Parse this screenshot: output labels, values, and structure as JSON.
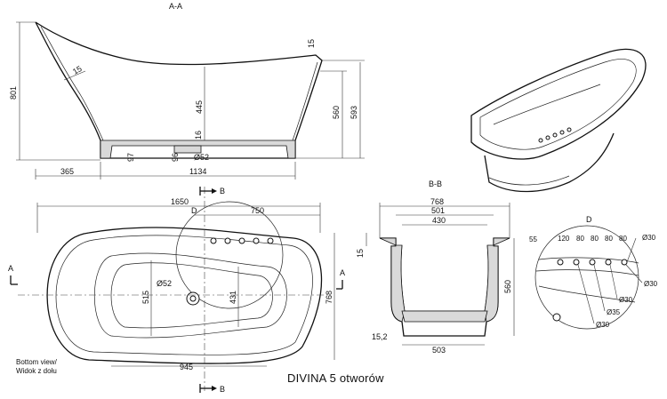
{
  "title": "DIVINA 5 otworów",
  "section_aa": {
    "label": "A-A",
    "dims": {
      "height_total": "801",
      "wall": "15",
      "top_thickness": "15",
      "depth_inner": "445",
      "height_560": "560",
      "height_593": "593",
      "base_97": "97",
      "drain_96": "96",
      "drain_16": "16",
      "drain_dia": "Ø52",
      "left_365": "365",
      "length_1134": "1134"
    }
  },
  "plan_view": {
    "section_b_marker": "B",
    "section_a_marker": "A",
    "detail_marker": "D",
    "dims": {
      "length_total": "1650",
      "offset_750": "750",
      "width_768": "768",
      "inner_515": "515",
      "inner_431": "431",
      "drain_dia": "Ø52",
      "bottom_945": "945"
    },
    "note_line1": "Bottom view/",
    "note_line2": "Widok z dołu"
  },
  "section_bb": {
    "label": "B-B",
    "dims": {
      "width_768": "768",
      "width_501": "501",
      "width_430": "430",
      "height_15": "15",
      "height_560": "560",
      "base_15_2": "15,2",
      "base_503": "503"
    }
  },
  "detail_d": {
    "label": "D",
    "dims": {
      "d55": "55",
      "d120": "120",
      "d80a": "80",
      "d80b": "80",
      "d80c": "80",
      "d80d": "80",
      "hole_top": "Ø30",
      "hole_side": "Ø30",
      "hole_b1": "Ø30",
      "hole_b2": "Ø35",
      "hole_b3": "Ø30"
    }
  },
  "perspective_view": {
    "holes_count": 5
  }
}
